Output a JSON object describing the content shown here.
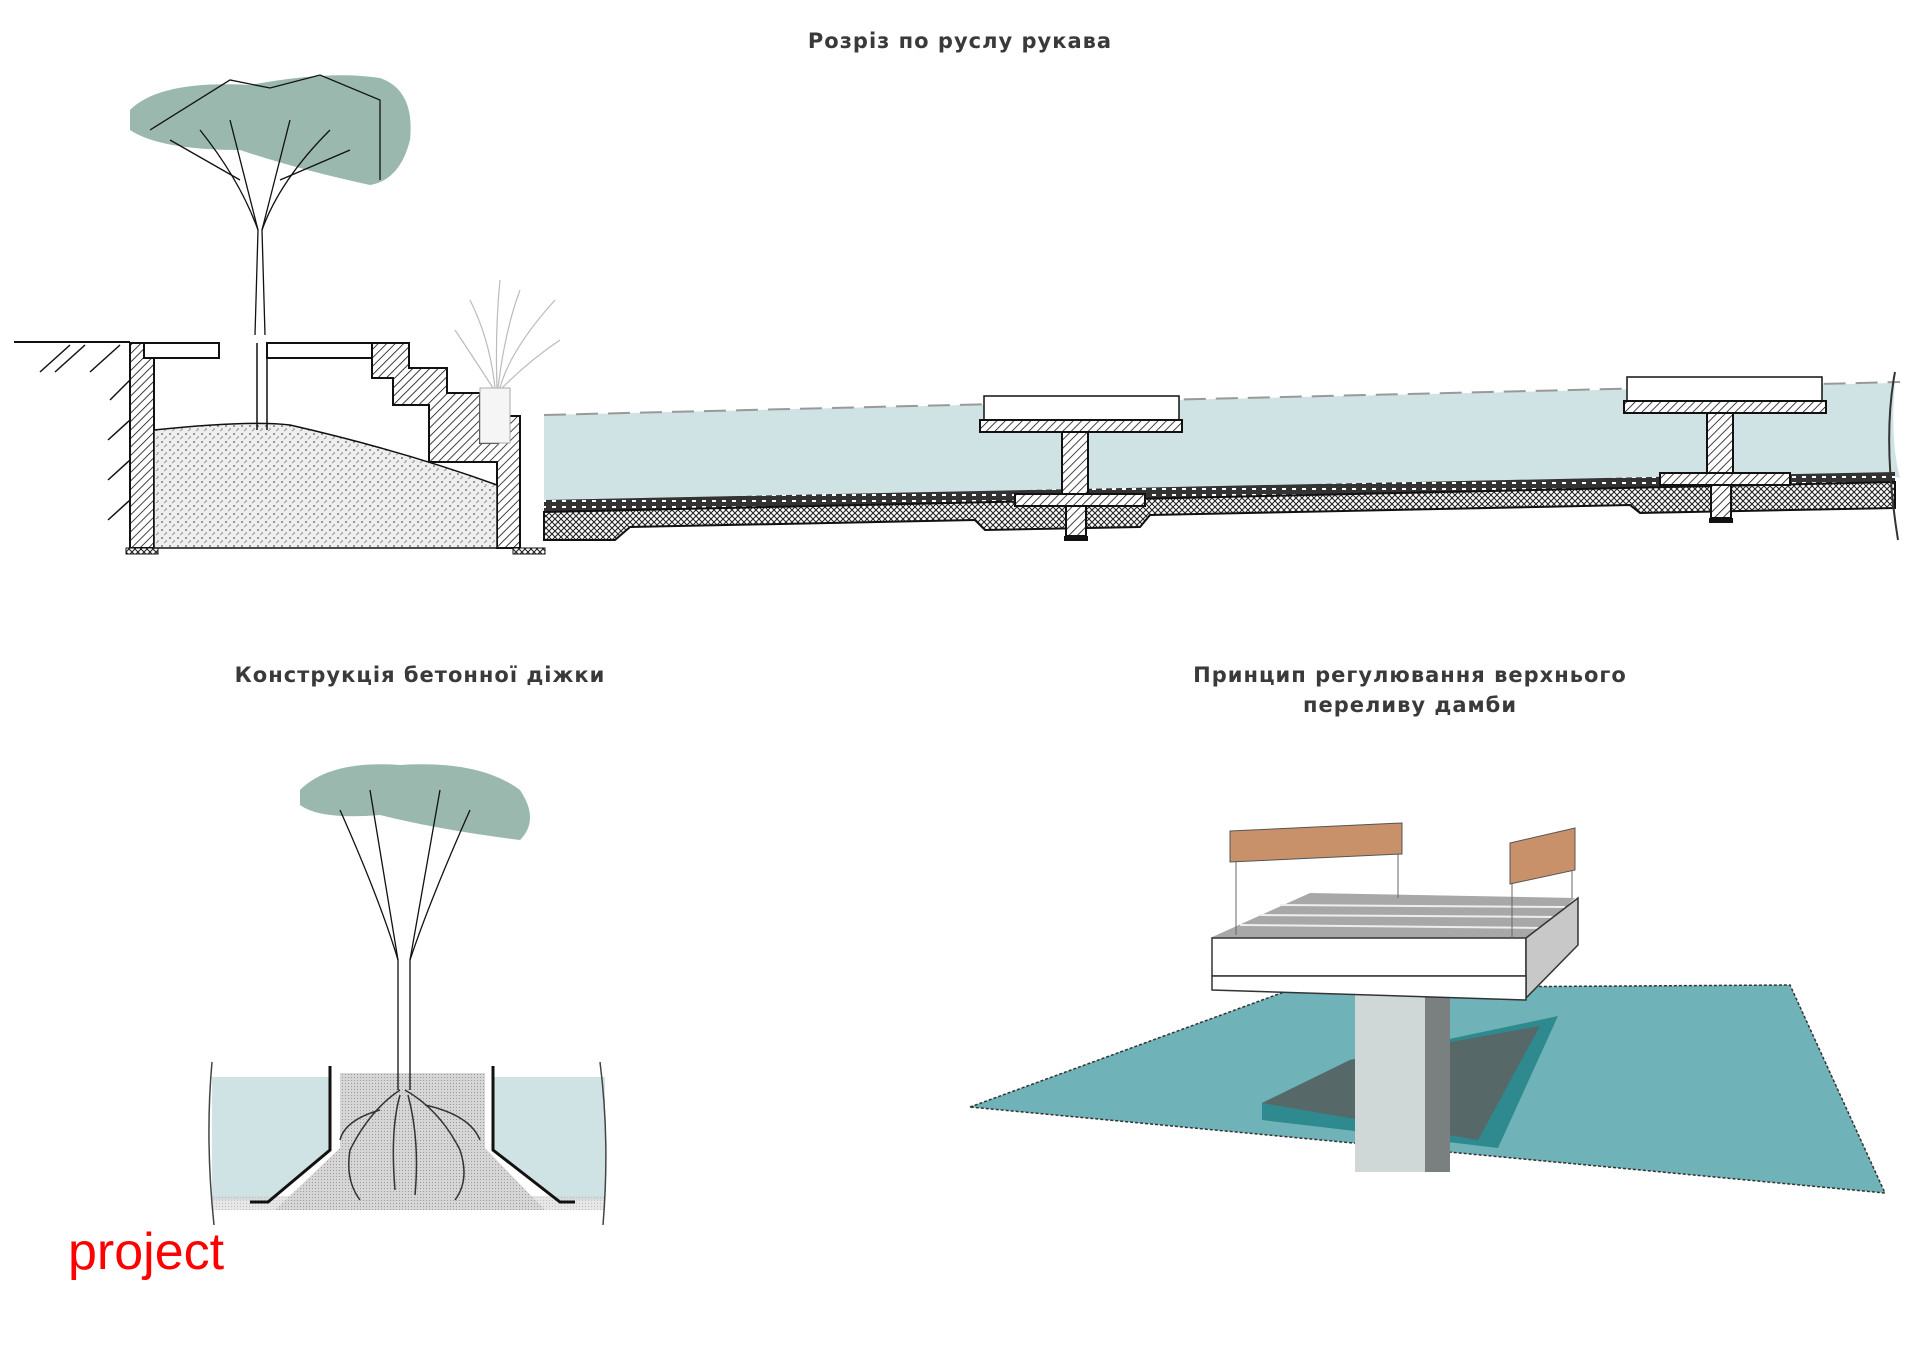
{
  "sheet": {
    "titles": {
      "section_channel": "Розріз по руслу рукава",
      "concrete_tub": "Конструкція бетонної діжки",
      "dam_overflow_line1": "Принцип регулювання верхнього",
      "dam_overflow_line2": "переливу дамби"
    },
    "watermark": "project",
    "colors": {
      "water": "#cfe2e4",
      "foliage": "#8fb0a4",
      "teal_plane": "#6fb3b8",
      "teal_dark": "#2f8a8f",
      "wood": "#c9916a",
      "line": "#111111",
      "watermark": "#ff0000"
    }
  }
}
